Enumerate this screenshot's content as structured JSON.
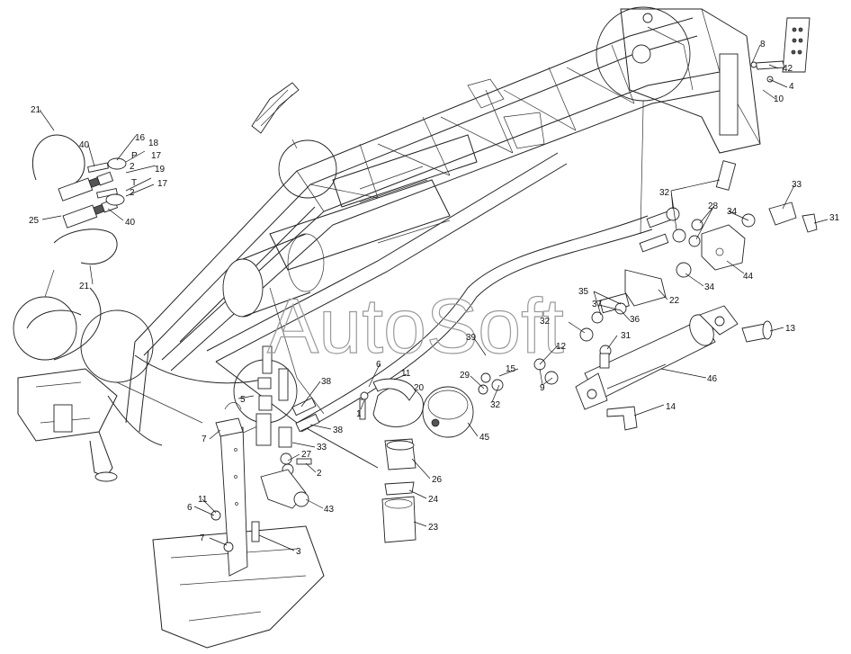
{
  "watermark": "AutoSoft",
  "callouts": [
    {
      "id": "c21a",
      "text": "21"
    },
    {
      "id": "c40a",
      "text": "40"
    },
    {
      "id": "c16",
      "text": "16"
    },
    {
      "id": "c18",
      "text": "18"
    },
    {
      "id": "cP",
      "text": "P"
    },
    {
      "id": "c17a",
      "text": "17"
    },
    {
      "id": "c2a",
      "text": "2"
    },
    {
      "id": "c19",
      "text": "19"
    },
    {
      "id": "cT",
      "text": "T"
    },
    {
      "id": "c17b",
      "text": "17"
    },
    {
      "id": "c2b",
      "text": "2"
    },
    {
      "id": "c25",
      "text": "25"
    },
    {
      "id": "c40b",
      "text": "40"
    },
    {
      "id": "c21b",
      "text": "21"
    },
    {
      "id": "c8",
      "text": "8"
    },
    {
      "id": "c42",
      "text": "42"
    },
    {
      "id": "c4",
      "text": "4"
    },
    {
      "id": "c10",
      "text": "10"
    },
    {
      "id": "c32a",
      "text": "32"
    },
    {
      "id": "c33",
      "text": "33"
    },
    {
      "id": "c28",
      "text": "28"
    },
    {
      "id": "c34a",
      "text": "34"
    },
    {
      "id": "c31a",
      "text": "31"
    },
    {
      "id": "c44",
      "text": "44"
    },
    {
      "id": "c34b",
      "text": "34"
    },
    {
      "id": "c35",
      "text": "35"
    },
    {
      "id": "c22",
      "text": "22"
    },
    {
      "id": "c37",
      "text": "37"
    },
    {
      "id": "c32b",
      "text": "32"
    },
    {
      "id": "c36",
      "text": "36"
    },
    {
      "id": "c13",
      "text": "13"
    },
    {
      "id": "c39",
      "text": "39"
    },
    {
      "id": "c12",
      "text": "12"
    },
    {
      "id": "c31b",
      "text": "31"
    },
    {
      "id": "c15",
      "text": "15"
    },
    {
      "id": "c6a",
      "text": "6"
    },
    {
      "id": "c11a",
      "text": "11"
    },
    {
      "id": "c20",
      "text": "20"
    },
    {
      "id": "c29",
      "text": "29"
    },
    {
      "id": "c9",
      "text": "9"
    },
    {
      "id": "c46",
      "text": "46"
    },
    {
      "id": "c32c",
      "text": "32"
    },
    {
      "id": "c38a",
      "text": "38"
    },
    {
      "id": "c5",
      "text": "5"
    },
    {
      "id": "c1",
      "text": "1"
    },
    {
      "id": "c45",
      "text": "45"
    },
    {
      "id": "c14",
      "text": "14"
    },
    {
      "id": "c38b",
      "text": "38"
    },
    {
      "id": "c7a",
      "text": "7"
    },
    {
      "id": "c33b",
      "text": "33"
    },
    {
      "id": "c27",
      "text": "27"
    },
    {
      "id": "c2c",
      "text": "2"
    },
    {
      "id": "c26",
      "text": "26"
    },
    {
      "id": "c43",
      "text": "43"
    },
    {
      "id": "c24",
      "text": "24"
    },
    {
      "id": "c11b",
      "text": "11"
    },
    {
      "id": "c6b",
      "text": "6"
    },
    {
      "id": "c23",
      "text": "23"
    },
    {
      "id": "c7b",
      "text": "7"
    },
    {
      "id": "c3",
      "text": "3"
    }
  ]
}
